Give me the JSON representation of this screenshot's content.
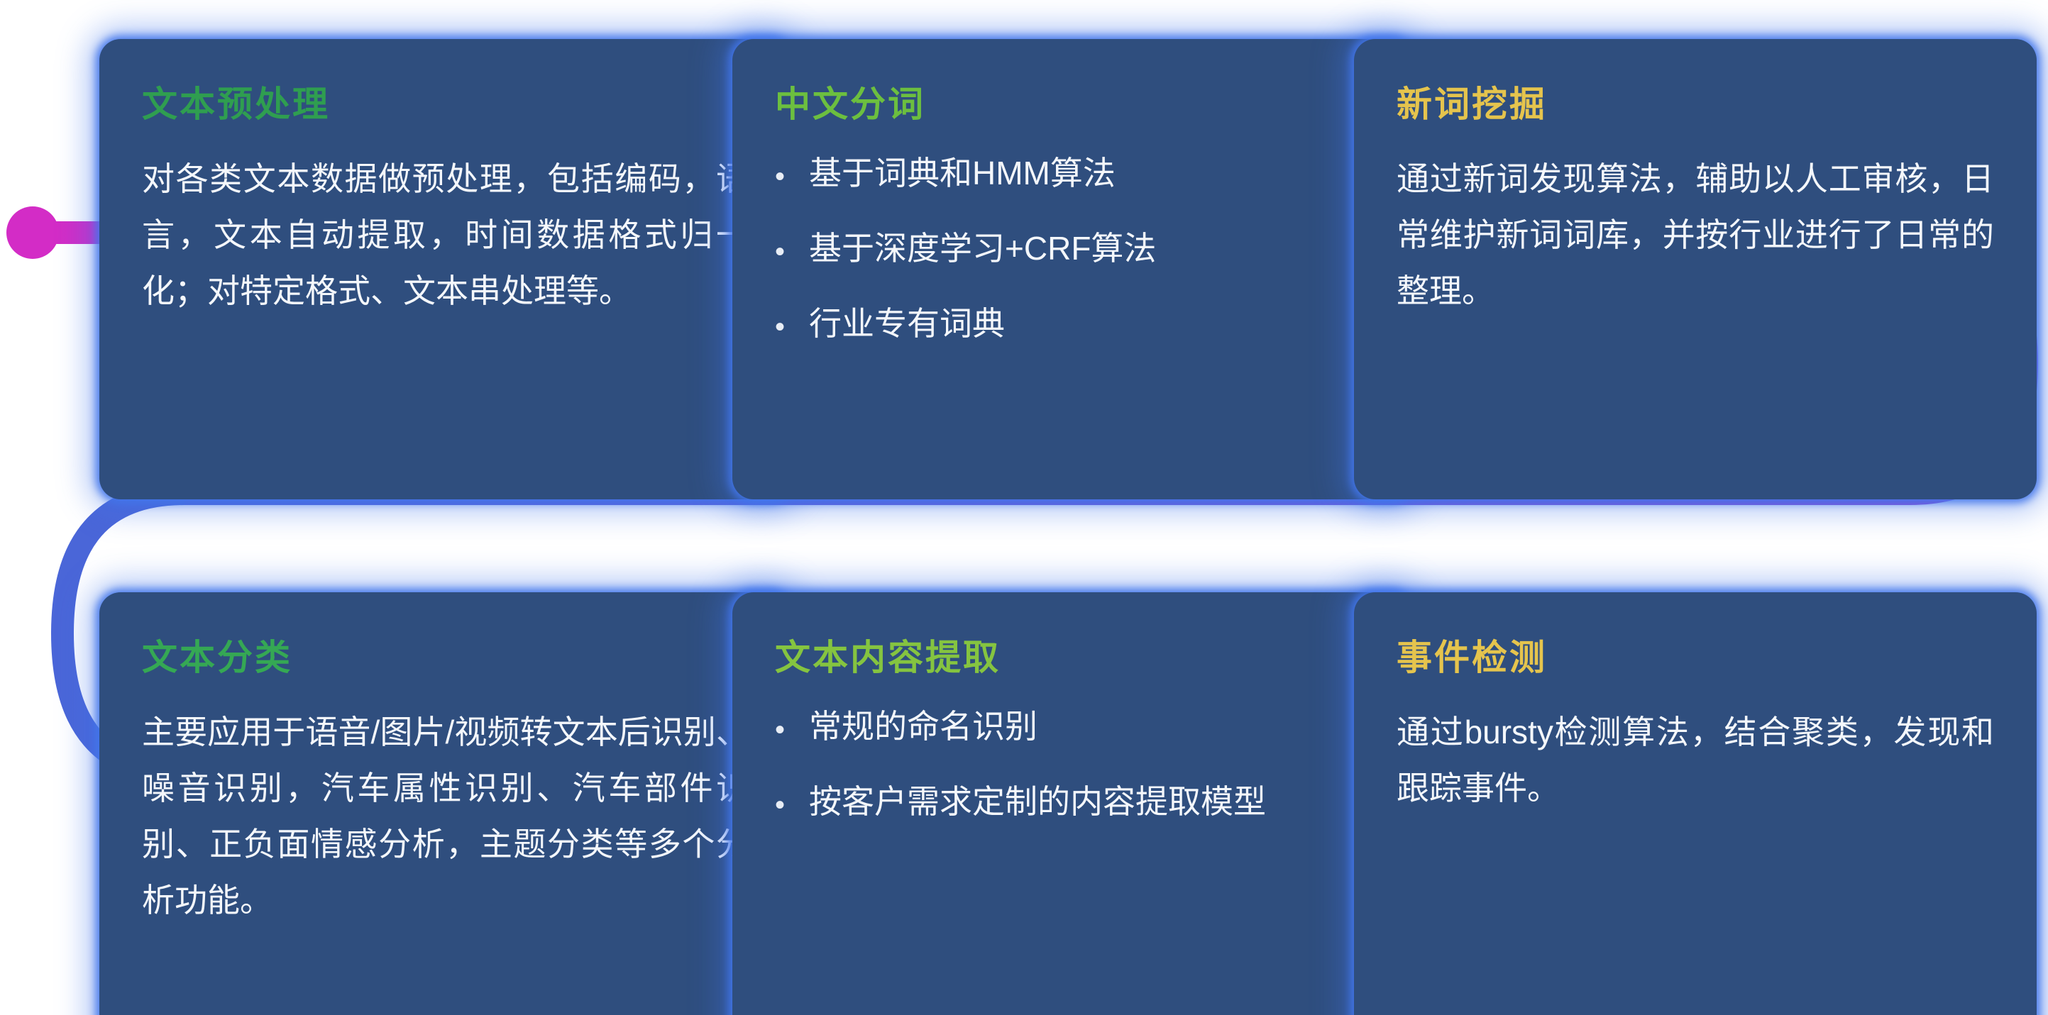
{
  "theme": {
    "background": "#ffffff",
    "card_bg": "#2f4e7e",
    "card_glow": "#4276eb",
    "body_text": "#f4f7fb"
  },
  "pipeline": {
    "start_dot_color": "#d32cc6",
    "gradient_top_start": "#d32cc6",
    "gradient_top_end": "#9a46d1",
    "gradient_middle_start": "#9a46d1",
    "gradient_middle_end": "#4f63d7",
    "gradient_bottom_start": "#4a66d8",
    "gradient_bottom_end": "#4f7cde",
    "arrow_color": "#4f7cde"
  },
  "cards": [
    {
      "title": "文本预处理",
      "title_color": "#2f9e50",
      "body": "对各类文本数据做预处理，包括编码，语言，文本自动提取，时间数据格式归一化；对特定格式、文本串处理等。"
    },
    {
      "title": "中文分词",
      "title_color": "#6cbf3f",
      "bullets": [
        "基于词典和HMM算法",
        "基于深度学习+CRF算法",
        "行业专有词典"
      ]
    },
    {
      "title": "新词挖掘",
      "title_color": "#e5c44d",
      "body": "通过新词发现算法，辅助以人工审核，日常维护新词词库，并按行业进行了日常的整理。"
    },
    {
      "title": "文本分类",
      "title_color": "#35a854",
      "body": "主要应用于语音/图片/视频转文本后识别、噪音识别，汽车属性识别、汽车部件识别、正负面情感分析，主题分类等多个分析功能。"
    },
    {
      "title": "文本内容提取",
      "title_color": "#85c440",
      "bullets": [
        "常规的命名识别",
        "按客户需求定制的内容提取模型"
      ]
    },
    {
      "title": "事件检测",
      "title_color": "#e5c44d",
      "body": "通过bursty检测算法，结合聚类，发现和跟踪事件。"
    }
  ]
}
